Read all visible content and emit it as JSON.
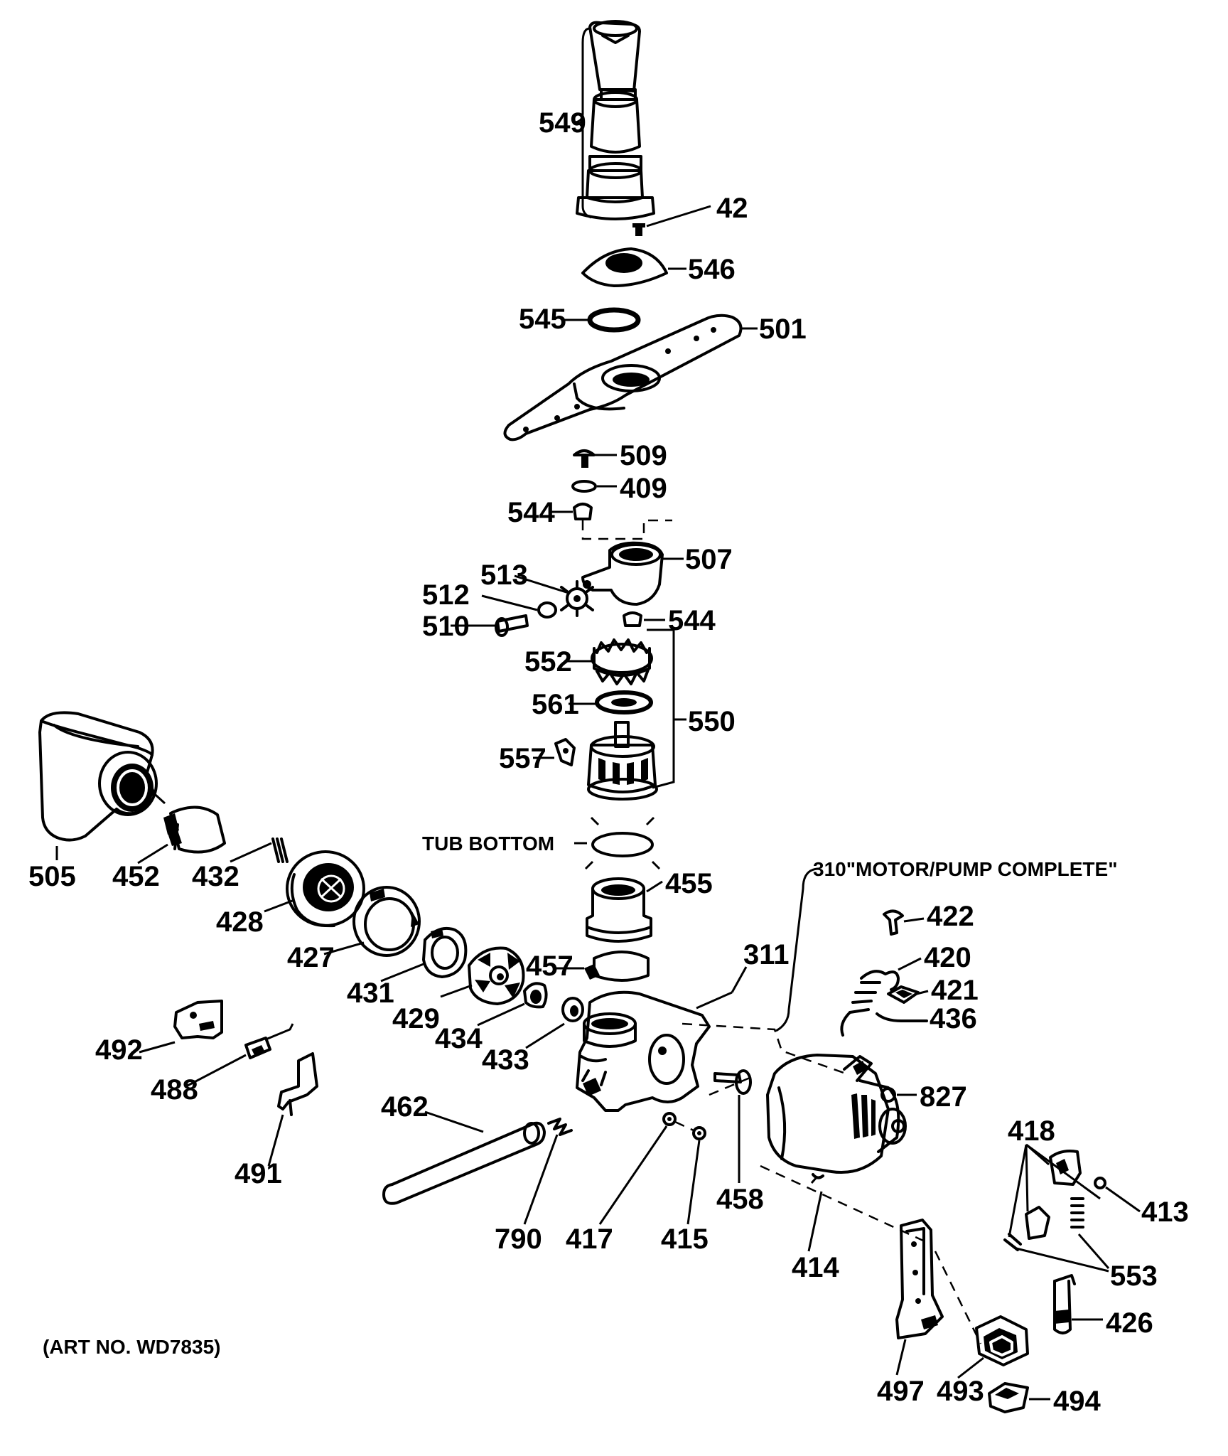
{
  "labels": {
    "l549": "549",
    "l42": "42",
    "l546": "546",
    "l545": "545",
    "l501": "501",
    "l509": "509",
    "l409": "409",
    "l544a": "544",
    "l507": "507",
    "l513": "513",
    "l512": "512",
    "l510": "510",
    "l544b": "544",
    "l552": "552",
    "l561": "561",
    "l550": "550",
    "l557": "557",
    "l505": "505",
    "l452": "452",
    "l432": "432",
    "l428": "428",
    "l427": "427",
    "l431": "431",
    "l429": "429",
    "l434": "434",
    "l433": "433",
    "l455": "455",
    "l457": "457",
    "l311": "311",
    "l422": "422",
    "l420": "420",
    "l421": "421",
    "l436": "436",
    "l492": "492",
    "l488": "488",
    "l491": "491",
    "l462": "462",
    "l790": "790",
    "l417": "417",
    "l415": "415",
    "l458": "458",
    "l827": "827",
    "l414": "414",
    "l418": "418",
    "l413": "413",
    "l553": "553",
    "l426": "426",
    "l497": "497",
    "l493": "493",
    "l494": "494"
  },
  "text": {
    "tub_bottom": "TUB BOTTOM",
    "motor_pump": "310\"MOTOR/PUMP COMPLETE\"",
    "art_no": "(ART NO. WD7835)"
  }
}
